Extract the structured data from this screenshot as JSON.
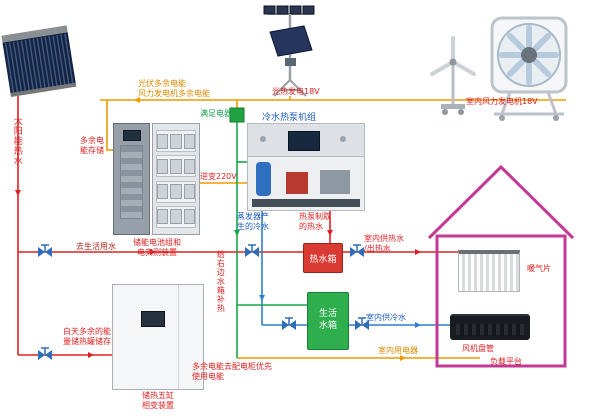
{
  "diagram": {
    "labels": {
      "solar_hot_water": "太阳能热水",
      "pv_wind_surplus": "光伏多余电能\n风力发电机多余电能",
      "pv_gen": "光热发电18V",
      "indoor_wind_gen": "室内风力发电机18V",
      "surplus_store": "多余电\n能存储",
      "battery_cabinet": "储能电池组和\n电实测装置",
      "meet_appliances": "满足电器",
      "inverter_220v": "逆变220V",
      "chiller_heat_pump": "冷水热泵机组",
      "evaporator_cold": "蒸发器产\n生的冷水",
      "heat_pump_hot": "热泵制取\n的热水",
      "hot_water_tank": "热水箱",
      "domestic_tank": "生活水箱",
      "to_domestic_water": "去生活用水",
      "heat_right_tank": "给右边水箱补热",
      "day_surplus_storage": "白天多余的能\n量储热罐储存",
      "phase_change_device": "储热五缸\n相变装置",
      "surplus_to_distribution": "多余电能去配电柜优先\n使用电能",
      "indoor_hot_supply": "室内供热水\n/出热水",
      "indoor_cold_supply": "室内供冷水",
      "indoor_appliances": "室内用电器",
      "load_platform": "负载平台",
      "radiator": "暖气片",
      "fan_coil": "风机盘管"
    },
    "colors": {
      "hot_water_line": "#e02020",
      "cold_water_line": "#2b7fd4",
      "electric_line": "#f09a00",
      "dc_line": "#18a54a",
      "house_outline": "#c23a94",
      "hot_tank_fill": "#d93a31",
      "life_tank_fill": "#2fae4e"
    }
  }
}
